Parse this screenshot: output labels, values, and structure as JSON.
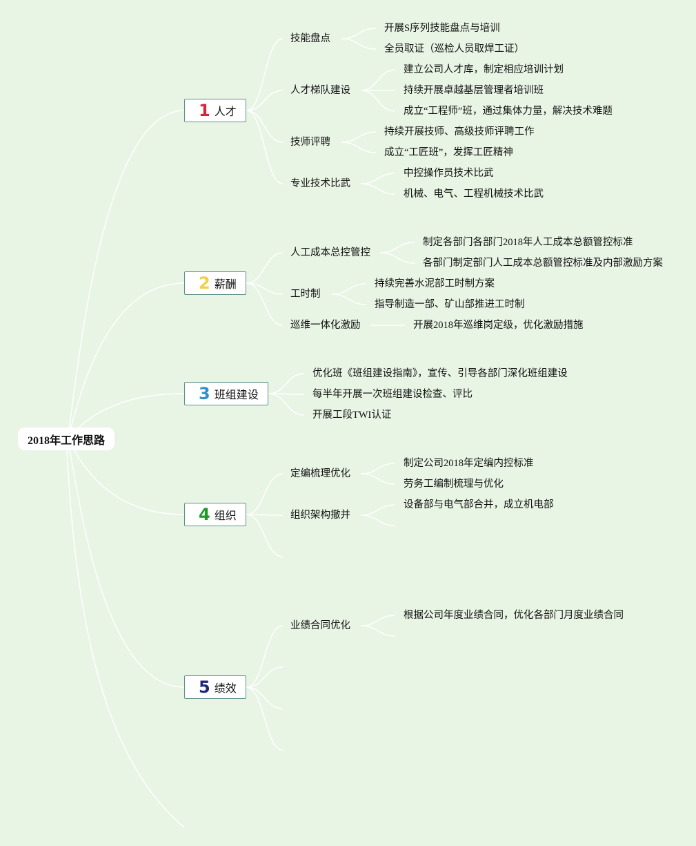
{
  "root": "2018年工作思路",
  "colors": {
    "n1": "#d9253b",
    "n2": "#f0cf4a",
    "n3": "#2f8fcc",
    "n4": "#1f9a2a",
    "n5": "#1e2a78"
  },
  "icons": [
    "circled-number-1-icon",
    "circled-number-2-icon",
    "circled-number-3-icon",
    "circled-number-4-icon",
    "circled-number-5-icon"
  ],
  "branches": [
    {
      "num": "1",
      "label": "人才",
      "subs": [
        {
          "label": "技能盘点",
          "items": [
            "开展S序列技能盘点与培训",
            "全员取证（巡检人员取焊工证）"
          ]
        },
        {
          "label": "人才梯队建设",
          "items": [
            "建立公司人才库，制定相应培训计划",
            "持续开展卓越基层管理者培训班",
            "成立“工程师”班，通过集体力量，解决技术难题"
          ]
        },
        {
          "label": "技师评聘",
          "items": [
            "持续开展技师、高级技师评聘工作",
            "成立“工匠班”，发挥工匠精神"
          ]
        },
        {
          "label": "专业技术比武",
          "items": [
            "中控操作员技术比武",
            "机械、电气、工程机械技术比武"
          ]
        }
      ]
    },
    {
      "num": "2",
      "label": "薪酬",
      "subs": [
        {
          "label": "人工成本总控管控",
          "items": [
            "制定各部门各部门2018年人工成本总额管控标准",
            "各部门制定部门人工成本总额管控标准及内部激励方案"
          ]
        },
        {
          "label": "工时制",
          "items": [
            "持续完善水泥部工时制方案",
            "指导制造一部、矿山部推进工时制"
          ]
        },
        {
          "label": "巡维一体化激励",
          "items": [
            "开展2018年巡维岗定级，优化激励措施"
          ]
        }
      ]
    },
    {
      "num": "3",
      "label": "班组建设",
      "items": [
        "优化班《班组建设指南》，宣传、引导各部门深化班组建设",
        "每半年开展一次班组建设检查、评比",
        "开展工段TWI认证"
      ]
    },
    {
      "num": "4",
      "label": "组织",
      "subs": [
        {
          "label": "定编梳理优化",
          "items": [
            "制定公司2018年定编内控标准",
            "劳务工编制梳理与优化"
          ]
        },
        {
          "label": "组织架构撤并",
          "items": [
            "设备部与电气部合并，成立机电部"
          ]
        }
      ]
    },
    {
      "num": "5",
      "label": "绩效",
      "subs": [
        {
          "label": "业绩合同优化",
          "items": [
            "根据公司年度业绩合同，优化各部门月度业绩合同"
          ]
        }
      ]
    }
  ]
}
